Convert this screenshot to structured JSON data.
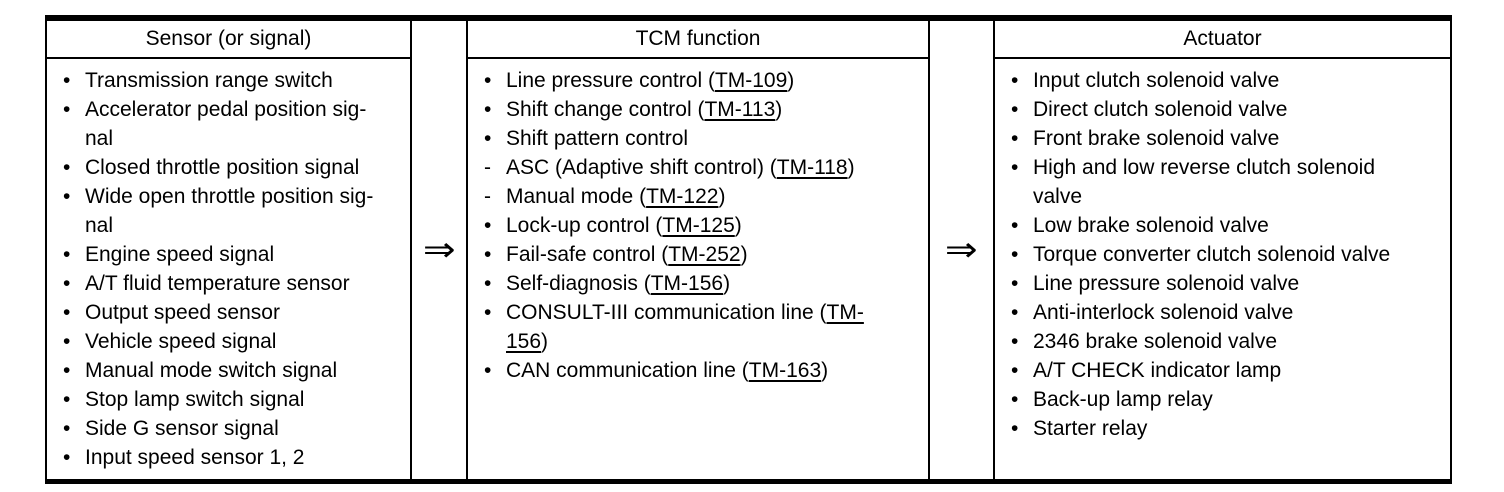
{
  "colors": {
    "ink": "#000000",
    "paper": "#ffffff"
  },
  "table": {
    "arrow_glyph": "⇒",
    "columns": [
      {
        "header": "Sensor (or signal)",
        "items": [
          {
            "bullet": "•",
            "segments": [
              {
                "text": "Transmission range switch"
              }
            ]
          },
          {
            "bullet": "•",
            "segments": [
              {
                "text": "Accelerator pedal position sig-\nnal"
              }
            ]
          },
          {
            "bullet": "•",
            "segments": [
              {
                "text": "Closed throttle position signal"
              }
            ]
          },
          {
            "bullet": "•",
            "segments": [
              {
                "text": "Wide open throttle position sig-\nnal"
              }
            ]
          },
          {
            "bullet": "•",
            "segments": [
              {
                "text": "Engine speed signal"
              }
            ]
          },
          {
            "bullet": "•",
            "segments": [
              {
                "text": "A/T fluid temperature sensor"
              }
            ]
          },
          {
            "bullet": "•",
            "segments": [
              {
                "text": "Output speed sensor"
              }
            ]
          },
          {
            "bullet": "•",
            "segments": [
              {
                "text": "Vehicle speed signal"
              }
            ]
          },
          {
            "bullet": "•",
            "segments": [
              {
                "text": "Manual mode switch signal"
              }
            ]
          },
          {
            "bullet": "•",
            "segments": [
              {
                "text": "Stop lamp switch signal"
              }
            ]
          },
          {
            "bullet": "•",
            "segments": [
              {
                "text": "Side G sensor signal"
              }
            ]
          },
          {
            "bullet": "•",
            "segments": [
              {
                "text": "Input speed sensor 1, 2"
              }
            ]
          }
        ]
      },
      {
        "header": "TCM function",
        "items": [
          {
            "bullet": "•",
            "segments": [
              {
                "text": "Line pressure control ("
              },
              {
                "text": "TM-109",
                "link": true
              },
              {
                "text": ")"
              }
            ]
          },
          {
            "bullet": "•",
            "segments": [
              {
                "text": "Shift change control ("
              },
              {
                "text": "TM-113",
                "link": true
              },
              {
                "text": ")"
              }
            ]
          },
          {
            "bullet": "•",
            "segments": [
              {
                "text": "Shift pattern control"
              }
            ]
          },
          {
            "bullet": "-",
            "segments": [
              {
                "text": "ASC (Adaptive shift control) ("
              },
              {
                "text": "TM-118",
                "link": true
              },
              {
                "text": ")"
              }
            ]
          },
          {
            "bullet": "-",
            "segments": [
              {
                "text": "Manual mode ("
              },
              {
                "text": "TM-122",
                "link": true
              },
              {
                "text": ")"
              }
            ]
          },
          {
            "bullet": "•",
            "segments": [
              {
                "text": "Lock-up control ("
              },
              {
                "text": "TM-125",
                "link": true
              },
              {
                "text": ")"
              }
            ]
          },
          {
            "bullet": "•",
            "segments": [
              {
                "text": "Fail-safe control ("
              },
              {
                "text": "TM-252",
                "link": true
              },
              {
                "text": ")"
              }
            ]
          },
          {
            "bullet": "•",
            "segments": [
              {
                "text": "Self-diagnosis ("
              },
              {
                "text": "TM-156",
                "link": true
              },
              {
                "text": ")"
              }
            ]
          },
          {
            "bullet": "•",
            "segments": [
              {
                "text": "CONSULT-III communication line ("
              },
              {
                "text": "TM-\n156",
                "link": true
              },
              {
                "text": ")"
              }
            ]
          },
          {
            "bullet": "•",
            "segments": [
              {
                "text": "CAN communication line ("
              },
              {
                "text": "TM-163",
                "link": true
              },
              {
                "text": ")"
              }
            ]
          }
        ]
      },
      {
        "header": "Actuator",
        "items": [
          {
            "bullet": "•",
            "segments": [
              {
                "text": "Input clutch solenoid valve"
              }
            ]
          },
          {
            "bullet": "•",
            "segments": [
              {
                "text": "Direct clutch solenoid valve"
              }
            ]
          },
          {
            "bullet": "•",
            "segments": [
              {
                "text": "Front brake solenoid valve"
              }
            ]
          },
          {
            "bullet": "•",
            "segments": [
              {
                "text": "High and low reverse clutch solenoid\nvalve"
              }
            ]
          },
          {
            "bullet": "•",
            "segments": [
              {
                "text": "Low brake solenoid valve"
              }
            ]
          },
          {
            "bullet": "•",
            "segments": [
              {
                "text": "Torque converter clutch solenoid valve"
              }
            ]
          },
          {
            "bullet": "•",
            "segments": [
              {
                "text": "Line pressure solenoid valve"
              }
            ]
          },
          {
            "bullet": "•",
            "segments": [
              {
                "text": "Anti-interlock solenoid valve"
              }
            ]
          },
          {
            "bullet": "•",
            "segments": [
              {
                "text": "2346 brake solenoid valve"
              }
            ]
          },
          {
            "bullet": "•",
            "segments": [
              {
                "text": "A/T CHECK indicator lamp"
              }
            ]
          },
          {
            "bullet": "•",
            "segments": [
              {
                "text": "Back-up lamp relay"
              }
            ]
          },
          {
            "bullet": "•",
            "segments": [
              {
                "text": "Starter relay"
              }
            ]
          }
        ]
      }
    ]
  }
}
